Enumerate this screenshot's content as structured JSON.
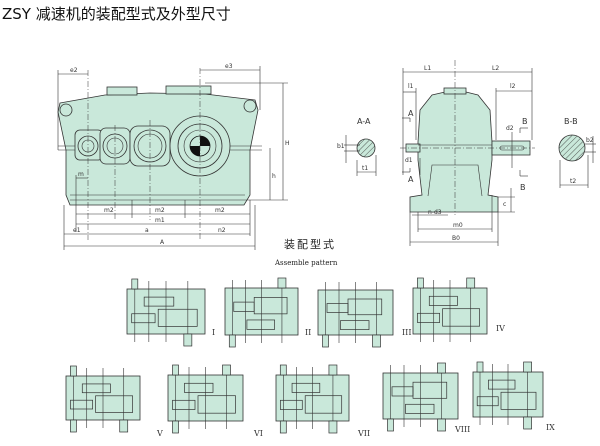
{
  "title": "ZSY 减速机的装配型式及外型尺寸",
  "front_view": {
    "dims": {
      "e2": "e2",
      "e3": "e3",
      "H": "H",
      "h": "h",
      "m": "m",
      "m2a": "m2",
      "m2b": "m2",
      "m2c": "m2",
      "m1": "m1",
      "e1": "e1",
      "a": "a",
      "n2": "n2",
      "A": "A"
    }
  },
  "side_view": {
    "dims": {
      "L1": "L1",
      "L2": "L2",
      "l1": "l1",
      "l2": "l2",
      "A_top": "A",
      "A_bot": "A",
      "d1": "d1",
      "d2": "d2",
      "B_top": "B",
      "B_bot": "B",
      "c": "c",
      "n_d3": "n-d3",
      "m0": "m0",
      "B0": "B0"
    }
  },
  "section_aa": {
    "label": "A-A",
    "b1": "b1",
    "t1": "t1"
  },
  "section_bb": {
    "label": "B-B",
    "b2": "b2",
    "t2": "t2"
  },
  "assemble": {
    "title_cn": "装配型式",
    "title_en": "Assemble pattern",
    "patterns": [
      "I",
      "II",
      "III",
      "IV",
      "V",
      "VI",
      "VII",
      "VIII",
      "IX"
    ]
  },
  "colors": {
    "fill": "#c9e8da",
    "line": "#333333"
  }
}
